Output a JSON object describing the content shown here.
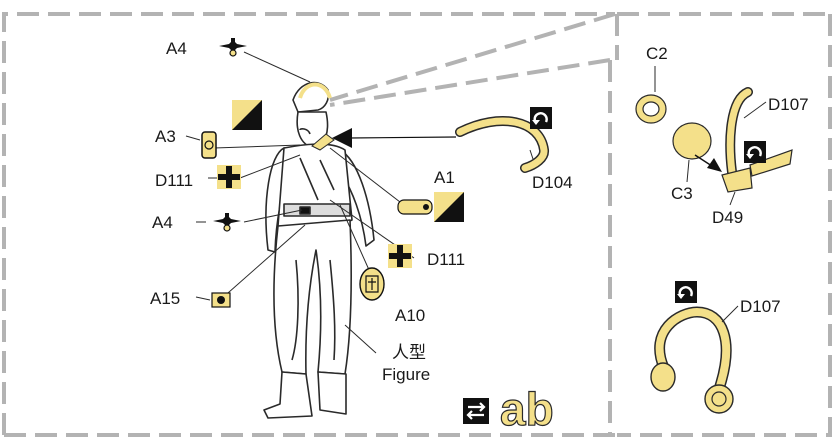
{
  "colors": {
    "part_yellow": "#f4e08a",
    "part_outline": "#2a2a2a",
    "frame_gray": "#b3b3b3",
    "black": "#111111"
  },
  "callouts": {
    "a4_top": "A4",
    "a3": "A3",
    "d111_left": "D111",
    "a4_left": "A4",
    "a15": "A15",
    "a1": "A1",
    "d104": "D104",
    "d111_right": "D111",
    "a10": "A10",
    "c2": "C2",
    "c3": "C3",
    "d107_top": "D107",
    "d49": "D49",
    "d107_bottom": "D107"
  },
  "figure_label": {
    "chinese": "人型",
    "english": "Figure"
  },
  "decal_option": {
    "text": "ab",
    "icon": "swap-arrows-icon"
  },
  "icons": [
    "eagle-insignia-icon",
    "iron-cross-icon",
    "rotate-icon",
    "paint-swatch-icon",
    "pointer-arrow-icon"
  ]
}
